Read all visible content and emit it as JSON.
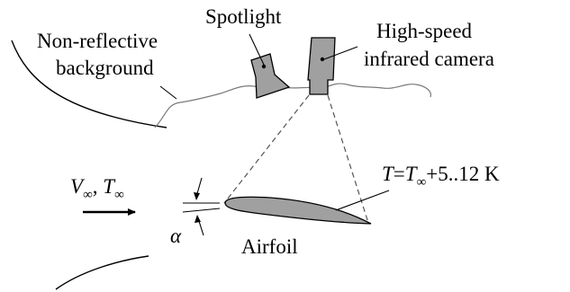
{
  "labels": {
    "spotlight": "Spotlight",
    "background_line1": "Non-reflective",
    "background_line2": "background",
    "camera_line1": "High-speed",
    "camera_line2": "infrared camera",
    "temperature_T": "T",
    "temperature_eq": "=",
    "temperature_Tinf": "T",
    "temperature_Tinf_sub": "∞",
    "temperature_rest": "+5..12 K",
    "flow_V": "V",
    "flow_V_sub": "∞",
    "flow_comma": ", ",
    "flow_T": "T",
    "flow_T_sub": "∞",
    "alpha": "α",
    "airfoil": "Airfoil"
  },
  "colors": {
    "device_fill": "#a0a0a0",
    "background_curve": "#7a7a7a",
    "view_lines": "#555555"
  }
}
